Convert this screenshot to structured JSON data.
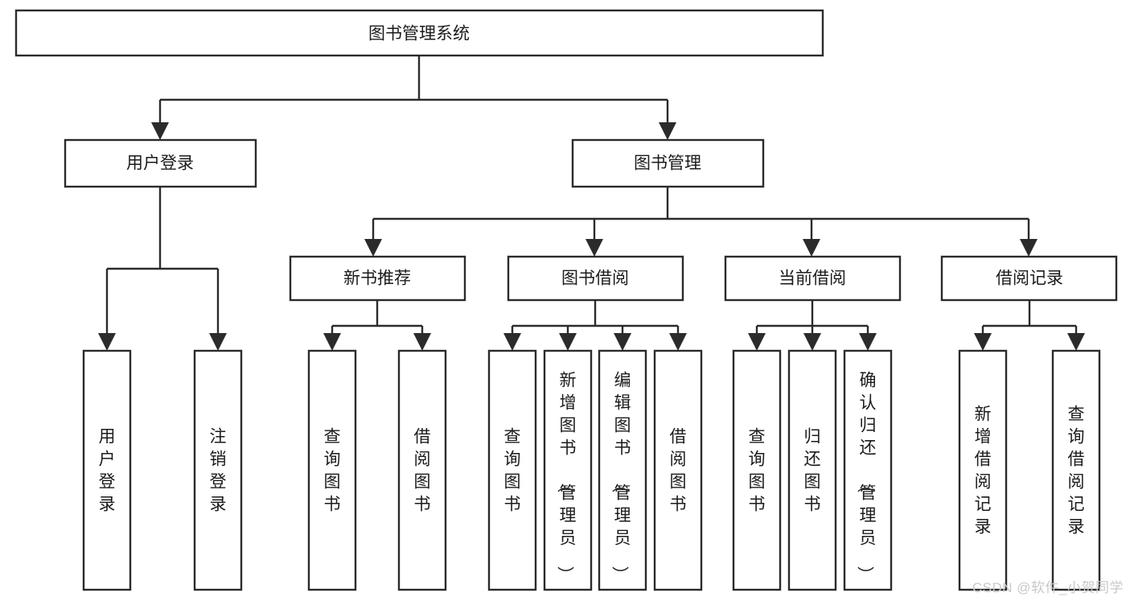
{
  "diagram": {
    "title": "图书管理系统",
    "type": "hierarchy-tree",
    "watermark": "CSDN @软件_小贺同学",
    "colors": {
      "stroke": "#2b2b2b",
      "fill": "#ffffff",
      "text": "#1b1b1b",
      "watermark": "#c9c9c9"
    },
    "levels": {
      "level1": [
        {
          "id": "root",
          "label": "图书管理系统"
        }
      ],
      "level2": [
        {
          "id": "user-login",
          "label": "用户登录"
        },
        {
          "id": "book-manage",
          "label": "图书管理"
        }
      ],
      "level3": [
        {
          "id": "new-book-rec",
          "label": "新书推荐"
        },
        {
          "id": "book-borrow",
          "label": "图书借阅"
        },
        {
          "id": "current-borrow",
          "label": "当前借阅"
        },
        {
          "id": "borrow-record",
          "label": "借阅记录"
        }
      ],
      "level4": [
        {
          "id": "leaf-user-login",
          "label": "用户登录",
          "parent": "user-login"
        },
        {
          "id": "leaf-logout",
          "label": "注销登录",
          "parent": "user-login"
        },
        {
          "id": "leaf-query-book-1",
          "label": "查询图书",
          "parent": "new-book-rec"
        },
        {
          "id": "leaf-borrow-book-1",
          "label": "借阅图书",
          "parent": "new-book-rec"
        },
        {
          "id": "leaf-query-book-2",
          "label": "查询图书",
          "parent": "book-borrow"
        },
        {
          "id": "leaf-add-book",
          "label": "新增图书（管理员）",
          "parent": "book-borrow"
        },
        {
          "id": "leaf-edit-book",
          "label": "编辑图书（管理员）",
          "parent": "book-borrow"
        },
        {
          "id": "leaf-borrow-book-2",
          "label": "借阅图书",
          "parent": "book-borrow"
        },
        {
          "id": "leaf-query-book-3",
          "label": "查询图书",
          "parent": "current-borrow"
        },
        {
          "id": "leaf-return-book",
          "label": "归还图书",
          "parent": "current-borrow"
        },
        {
          "id": "leaf-confirm-return",
          "label": "确认归还（管理员）",
          "parent": "current-borrow"
        },
        {
          "id": "leaf-add-record",
          "label": "新增借阅记录",
          "parent": "borrow-record"
        },
        {
          "id": "leaf-query-record",
          "label": "查询借阅记录",
          "parent": "borrow-record"
        }
      ]
    }
  }
}
